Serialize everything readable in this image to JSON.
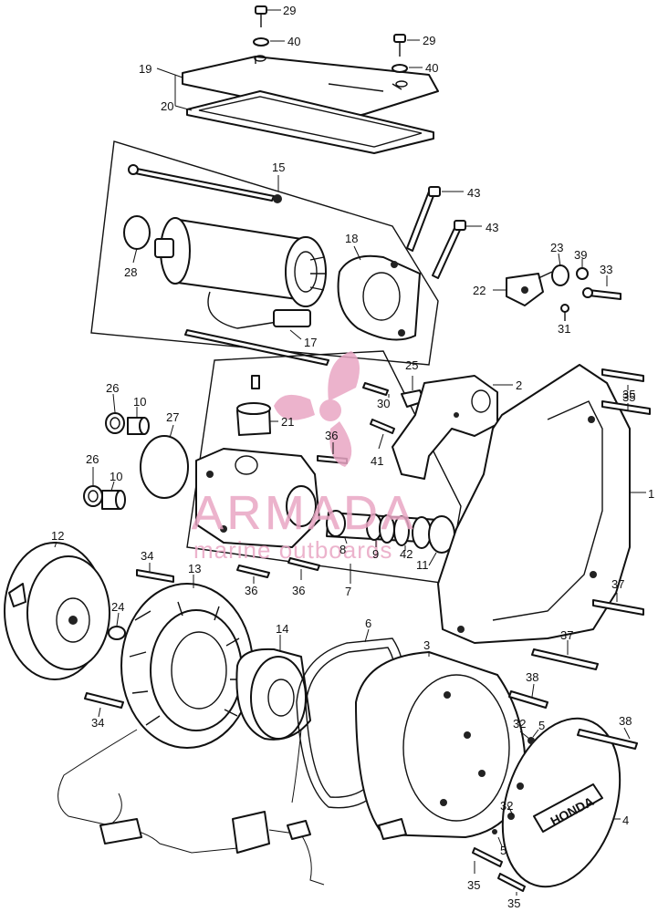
{
  "diagram": {
    "callouts": [
      "29",
      "40",
      "29",
      "40",
      "19",
      "20",
      "15",
      "43",
      "43",
      "23",
      "39",
      "33",
      "22",
      "31",
      "18",
      "28",
      "17",
      "25",
      "2",
      "26",
      "10",
      "27",
      "21",
      "30",
      "36",
      "41",
      "35",
      "35",
      "26",
      "10",
      "1",
      "12",
      "34",
      "13",
      "36",
      "36",
      "8",
      "9",
      "42",
      "11",
      "7",
      "37",
      "24",
      "14",
      "6",
      "3",
      "37",
      "38",
      "34",
      "32",
      "5",
      "38",
      "32",
      "4",
      "5",
      "35",
      "35"
    ]
  },
  "watermark": {
    "brand": "ARMADA",
    "tagline": "marine outboards",
    "logo": "propeller-logo",
    "color": "#e9a6c4"
  }
}
